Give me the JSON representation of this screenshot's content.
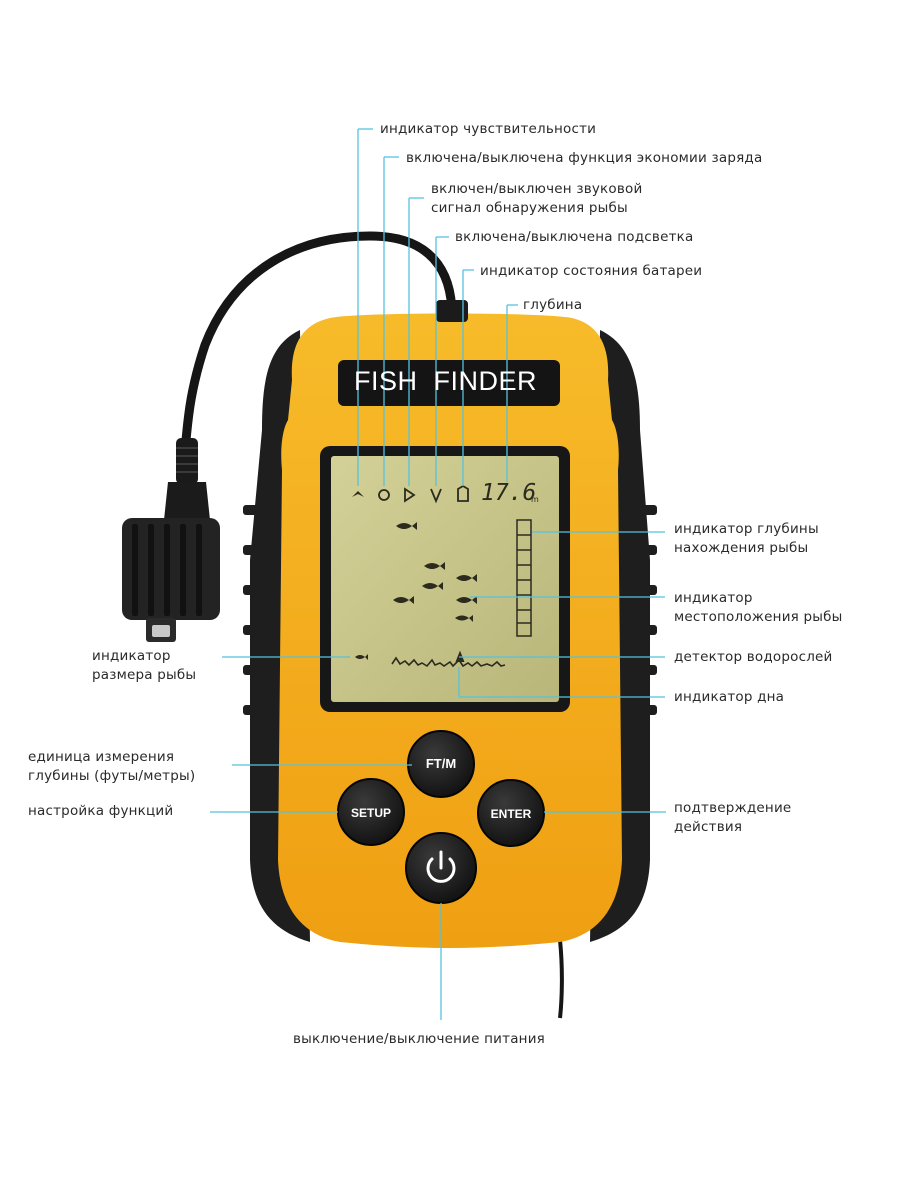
{
  "device": {
    "title": "FISH  FINDER",
    "depth_value": "17.6",
    "depth_unit": "m",
    "buttons": {
      "ftm": "FT/M",
      "setup": "SETUP",
      "enter": "ENTER"
    }
  },
  "callouts": {
    "sensitivity": "индикатор чувствительности",
    "power_saving": "включена/выключена функция экономии заряда",
    "fish_alarm": "включен/выключен звуковой\nсигнал обнаружения рыбы",
    "backlight": "включена/выключена подсветка",
    "battery": "индикатор состояния батареи",
    "depth": "глубина",
    "fish_depth": "индикатор глубины\nнахождения рыбы",
    "fish_location": "индикатор\nместоположения рыбы",
    "weed": "детектор водорослей",
    "bottom": "индикатор дна",
    "fish_size": "индикатор\nразмера рыбы",
    "unit": "единица измерения\nглубины (футы/метры)",
    "setup": "настройка функций",
    "confirm": "подтверждение\nдействия",
    "power": "выключение/выключение питания"
  },
  "colors": {
    "body_yellow": "#f4b323",
    "rubber_dark": "#1d1d1d",
    "lcd": "#c9c68d",
    "leader": "#55c2de"
  }
}
